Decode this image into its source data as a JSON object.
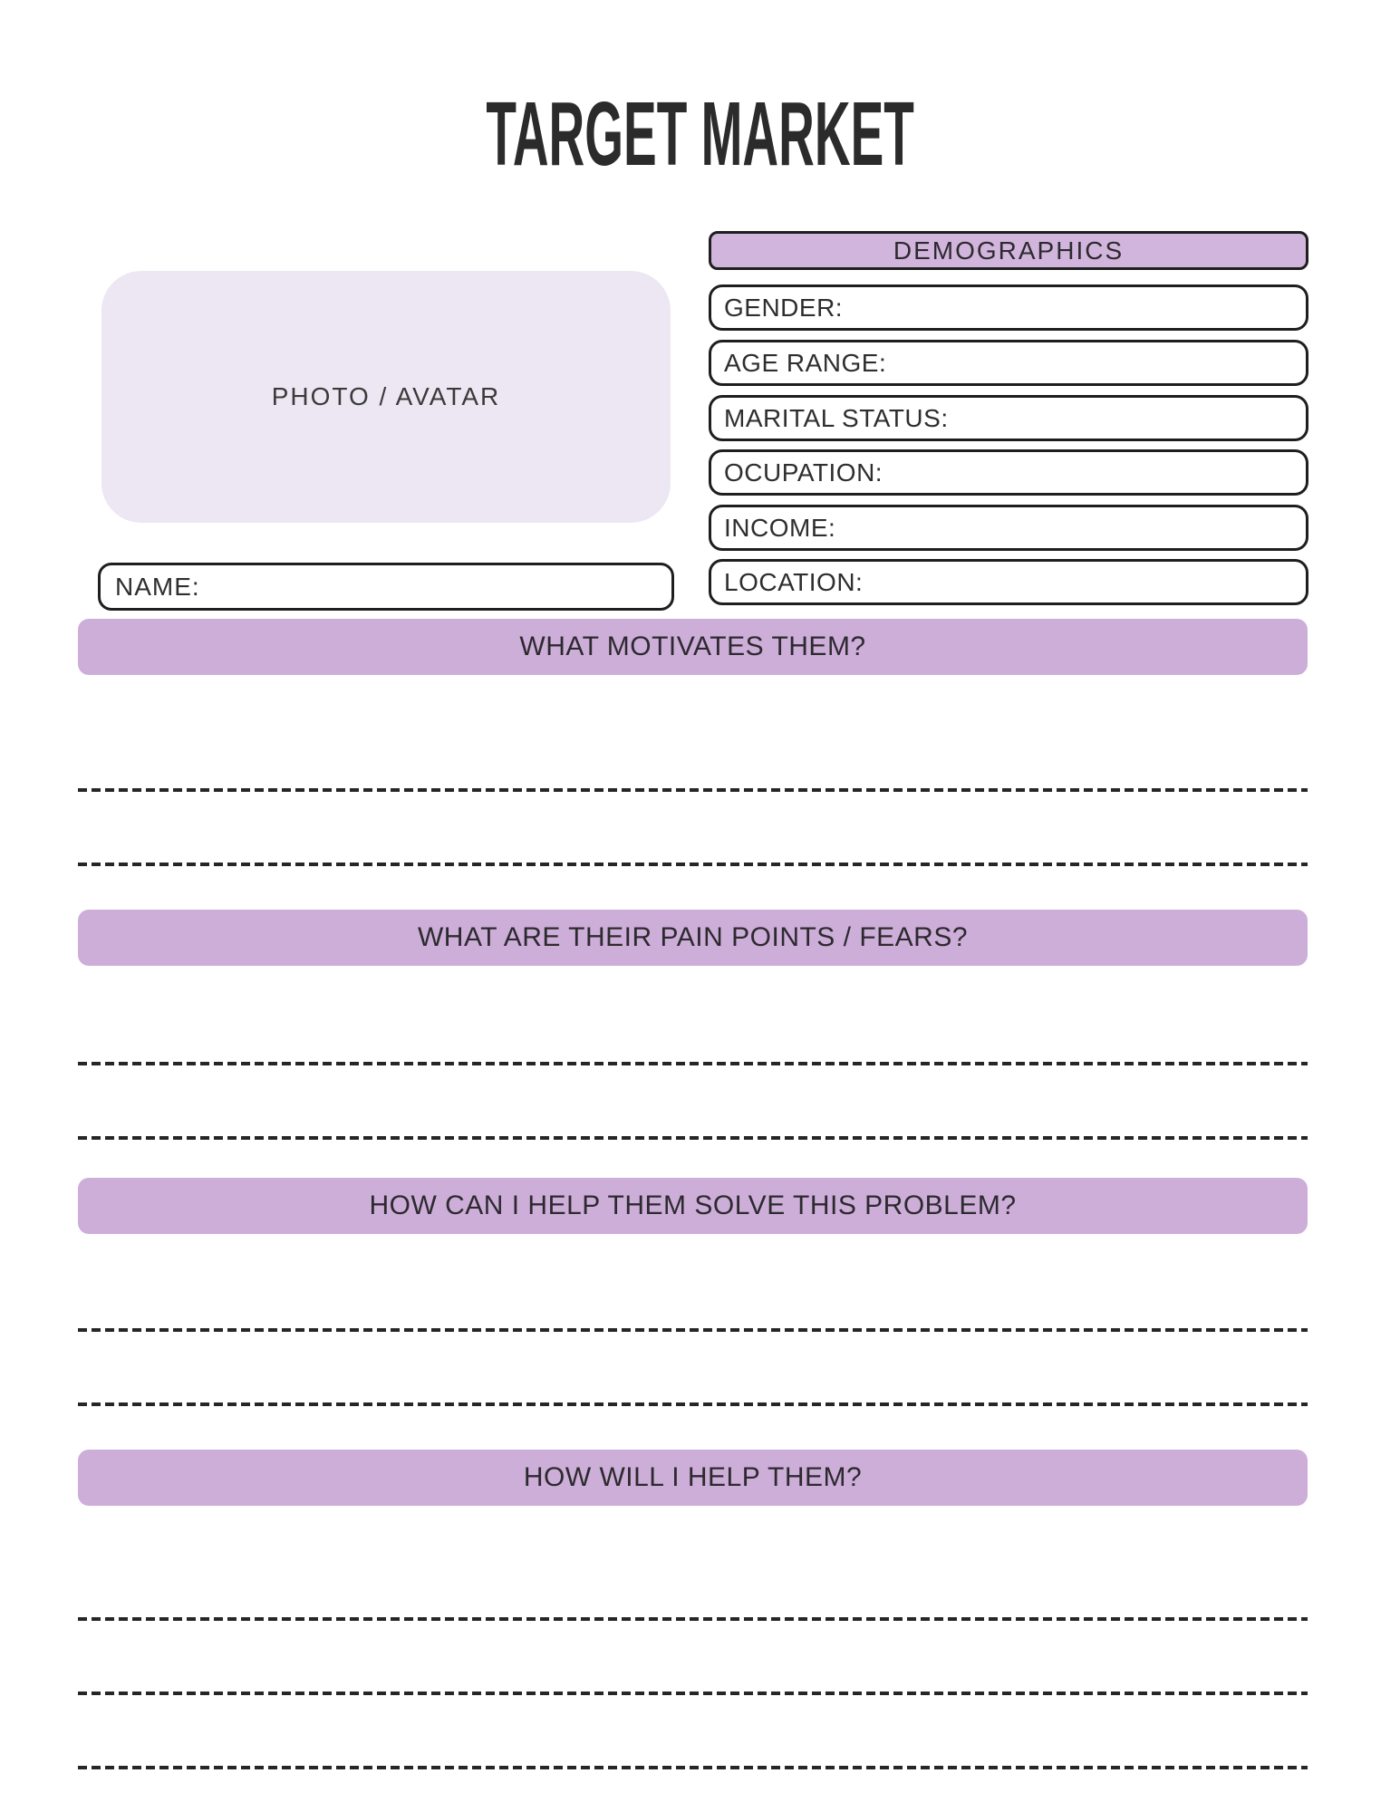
{
  "title": "TARGET MARKET",
  "photo_box": {
    "label": "PHOTO / AVATAR"
  },
  "name_field": {
    "label": "NAME:"
  },
  "demographics": {
    "header": "DEMOGRAPHICS",
    "fields": [
      "GENDER:",
      "AGE RANGE:",
      "MARITAL STATUS:",
      "OCUPATION:",
      "INCOME:",
      "LOCATION:"
    ]
  },
  "sections": [
    {
      "title": "WHAT MOTIVATES THEM?"
    },
    {
      "title": "WHAT ARE THEIR PAIN POINTS / FEARS?"
    },
    {
      "title": "HOW CAN I HELP THEM SOLVE THIS PROBLEM?"
    },
    {
      "title": "HOW WILL I HELP THEM?"
    }
  ],
  "colors": {
    "banner_purple": "#cdaed9",
    "header_purple": "#d2b5dd",
    "photo_lavender": "#ece7f2",
    "ink": "#262626"
  }
}
